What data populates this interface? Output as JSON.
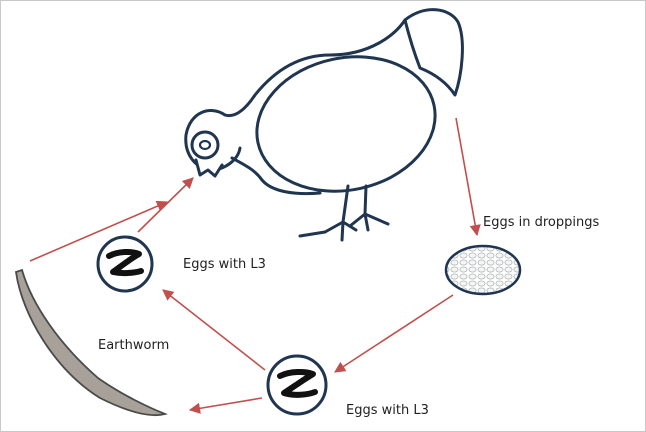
{
  "labels": {
    "eggs_in_droppings": "Eggs in droppings",
    "eggs_with_l3_upper": "Eggs with L3",
    "eggs_with_l3_lower": "Eggs with L3",
    "earthworm": "Earthworm"
  },
  "colors": {
    "outline": "#1f3550",
    "arrow": "#c0504d",
    "worm_fill": "#a8a19a",
    "egg_fill": "#e2e5e5"
  }
}
